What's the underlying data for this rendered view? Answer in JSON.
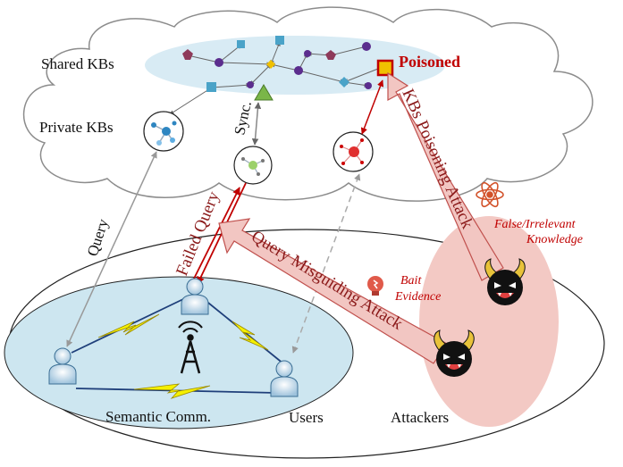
{
  "labels": {
    "shared_kbs": "Shared KBs",
    "private_kbs": "Private KBs",
    "poisoned": "Poisoned",
    "sync": "Sync.",
    "query": "Query",
    "failed_query": "Failed Query",
    "query_misguiding_attack": "Query Misguiding Attack",
    "kbs_poisoning_attack": "KBs Poisoning Attack",
    "false_irrelevant_line1": "False/Irrelevant",
    "false_irrelevant_line2": "Knowledge",
    "bait_line1": "Bait",
    "bait_line2": "Evidence",
    "semantic_comm": "Semantic Comm.",
    "users": "Users",
    "attackers": "Attackers"
  },
  "colors": {
    "cloud_stroke": "#8c8c8c",
    "shared_band": "#d8ebf4",
    "lower_band": "#cde6f0",
    "attacker_zone": "#f3c9c4",
    "attack_arrow_fill": "#f2c6c2",
    "attack_arrow_stroke": "#c0504d",
    "poison_red": "#c00000",
    "node_purple": "#5b2d8e",
    "node_blue": "#4aa3c8",
    "node_yellow": "#f0c000",
    "node_green": "#7ab648",
    "lightning": "#f5f000"
  },
  "icons": [
    "knowledge-graph-icon",
    "antenna-tower-icon",
    "user-icon",
    "devil-face-icon",
    "atom-icon",
    "lightbulb-icon"
  ]
}
